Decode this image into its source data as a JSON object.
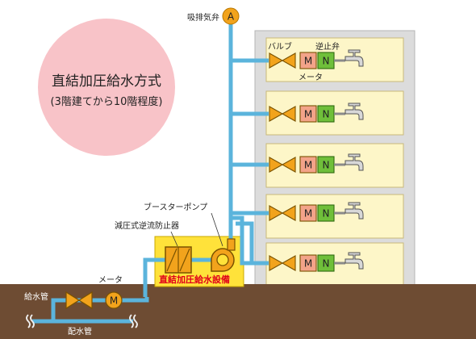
{
  "title": {
    "line1": "直結加圧給水方式",
    "line2": "(3階建てから10階程度)"
  },
  "labels": {
    "air_valve": "吸排気弁",
    "air_valve_mark": "A",
    "valve": "バルブ",
    "check_valve": "逆止弁",
    "meter_top": "メータ",
    "booster_pump": "ブースターポンプ",
    "backflow_preventer": "減圧式逆流防止器",
    "meter_bottom": "メータ",
    "equipment": "直結加圧給水設備",
    "supply_pipe": "給水管",
    "distribution_pipe": "配水管",
    "meter_mark": "M",
    "check_mark": "N"
  },
  "colors": {
    "water": "#5bb4dc",
    "building": "#dcdcdc",
    "floor": "#fdf6c8",
    "ground": "#6e4c33",
    "valve": "#f2a31c",
    "meter_box": "#f3a389",
    "check_box": "#6fbf3a",
    "equipment": "#ffe23a",
    "circle": "#f8c3c8"
  }
}
